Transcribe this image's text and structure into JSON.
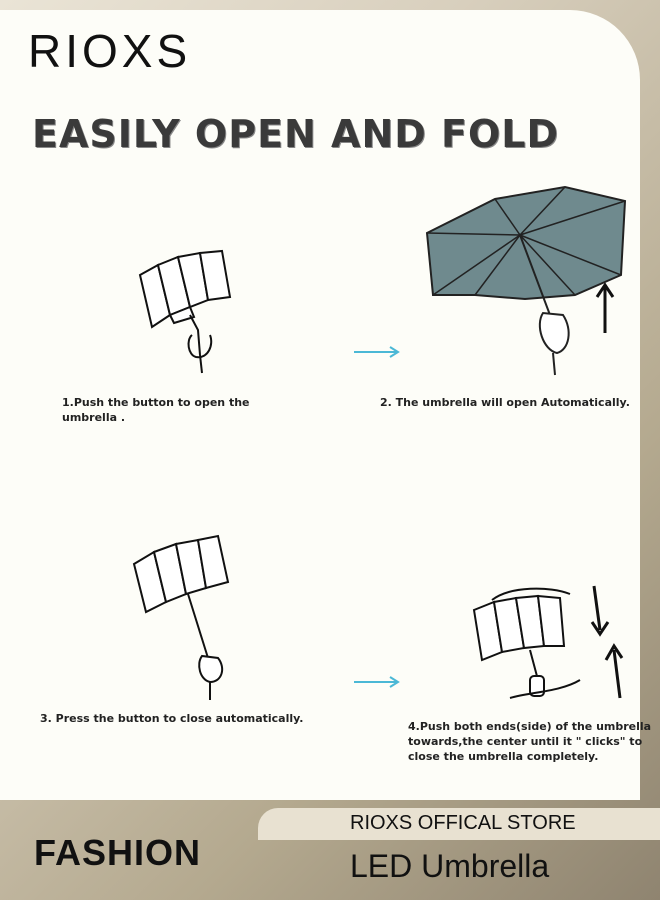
{
  "brand": "RIOXS",
  "headline": "EASILY OPEN AND FOLD",
  "steps": [
    {
      "caption_line1": "1.Push the button to open the",
      "caption_line2": "umbrella ."
    },
    {
      "caption_line1": "2. The umbrella will open Automatically."
    },
    {
      "caption_line1": "3. Press the button to close automatically."
    },
    {
      "caption_line1": "4.Push both ends(side) of the umbrella",
      "caption_line2": "towards,the center until it \" clicks\" to",
      "caption_line3": "close the umbrella completely."
    }
  ],
  "footer": {
    "left": "FASHION",
    "store": "RIOXS OFFICAL STORE",
    "product": "LED Umbrella"
  },
  "colors": {
    "arrow": "#4bb8d6",
    "canopy": "#6f8a8e",
    "panel": "#fdfdf8"
  }
}
